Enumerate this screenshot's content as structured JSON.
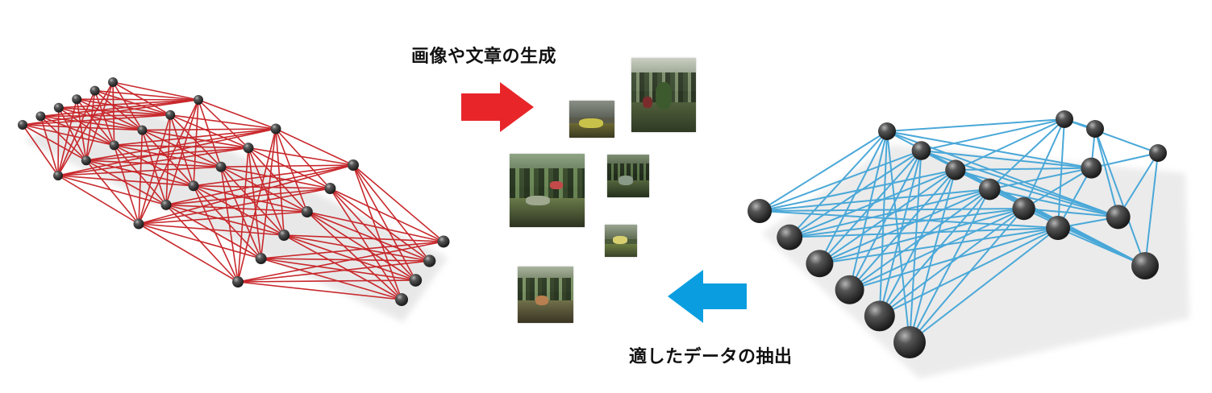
{
  "labels": {
    "generation": "画像や文章の生成",
    "extraction": "適したデータの抽出"
  },
  "colors": {
    "generator_edges": "#c8282c",
    "extractor_edges": "#4aa8d8",
    "generation_arrow": "#e8262a",
    "extraction_arrow": "#0a9ee0",
    "node": "#3a3a3a",
    "node_highlight": "#9a9a9a",
    "shadow": "#d8d8d8"
  },
  "icons": {
    "generation_arrow": "arrow-right-icon",
    "extraction_arrow": "arrow-left-icon"
  },
  "generated_images_count": 6
}
